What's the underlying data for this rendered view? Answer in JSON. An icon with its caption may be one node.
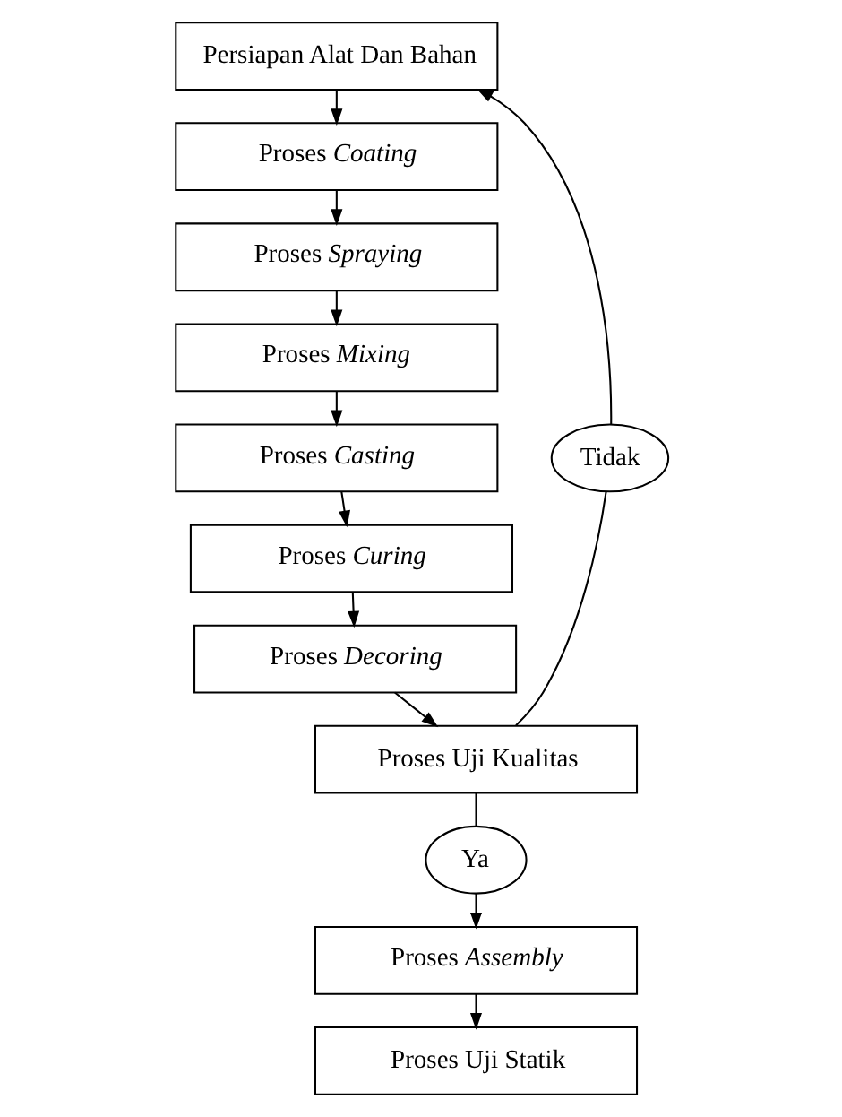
{
  "diagram": {
    "nodes": [
      {
        "text": [
          "Persiapan Alat Dan Bahan"
        ]
      },
      {
        "text": [
          "Proses *Coating*"
        ]
      },
      {
        "text": [
          "Proses *Spraying*"
        ]
      },
      {
        "text": [
          "Proses *Mixing*"
        ]
      },
      {
        "text": [
          "Proses *Casting*"
        ]
      },
      {
        "text": [
          "Proses *Curing*"
        ]
      },
      {
        "text": [
          "Proses *Decoring*"
        ]
      },
      {
        "text": [
          "Proses Uji Kualitas"
        ]
      },
      {
        "text": [
          "Tidak"
        ]
      },
      {
        "text": [
          "Ya"
        ]
      },
      {
        "text": [
          "Proses *Assembly*"
        ]
      },
      {
        "text": [
          "Proses Uji Statik"
        ]
      }
    ],
    "edges": [
      {
        "from": 0,
        "to": 1,
        "arrow": "to"
      },
      {
        "from": 1,
        "to": 2,
        "arrow": "to"
      },
      {
        "from": 2,
        "to": 3,
        "arrow": "to"
      },
      {
        "from": 3,
        "to": 4,
        "arrow": "to"
      },
      {
        "from": 4,
        "to": 5,
        "arrow": "to"
      },
      {
        "from": 5,
        "to": 6,
        "arrow": "to"
      },
      {
        "from": 6,
        "to": 7,
        "arrow": "to"
      },
      {
        "from": 7,
        "to": 8,
        "arrow": "none"
      },
      {
        "from": 8,
        "to": 0,
        "arrow": "to"
      },
      {
        "from": 7,
        "to": 9,
        "arrow": "none"
      },
      {
        "from": 9,
        "to": 10,
        "arrow": "to"
      },
      {
        "from": 10,
        "to": 11,
        "arrow": "to"
      }
    ]
  }
}
